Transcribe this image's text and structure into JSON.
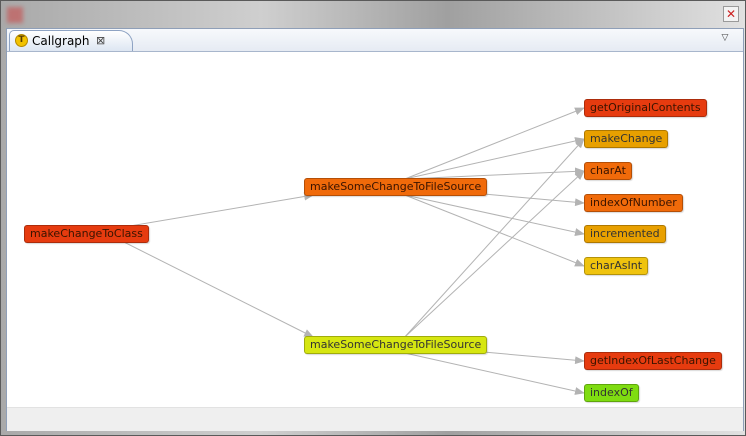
{
  "view": {
    "tab_title": "Callgraph",
    "tab_icon_letter": "T",
    "tab_close_glyph": "⊠",
    "view_menu_glyph": "▽",
    "window_close_glyph": "✕"
  },
  "colors": {
    "red_orange": "#e63b0f",
    "orange": "#f06a0a",
    "amber": "#e8a000",
    "yellow": "#efc30e",
    "yellow_green": "#d6e611",
    "green": "#7fdc11",
    "edge": "#b3b3b3"
  },
  "graph": {
    "nodes": [
      {
        "id": "makeChangeToClass",
        "label": "makeChangeToClass",
        "color": "red_orange"
      },
      {
        "id": "mscA",
        "label": "makeSomeChangeToFileSource",
        "color": "orange"
      },
      {
        "id": "mscB",
        "label": "makeSomeChangeToFileSource",
        "color": "yellow_green"
      },
      {
        "id": "getOriginalContents",
        "label": "getOriginalContents",
        "color": "red_orange"
      },
      {
        "id": "makeChange",
        "label": "makeChange",
        "color": "amber"
      },
      {
        "id": "charAt",
        "label": "charAt",
        "color": "orange"
      },
      {
        "id": "indexOfNumber",
        "label": "indexOfNumber",
        "color": "orange"
      },
      {
        "id": "incremented",
        "label": "incremented",
        "color": "amber"
      },
      {
        "id": "charAsInt",
        "label": "charAsInt",
        "color": "yellow"
      },
      {
        "id": "getIndexOfLastChange",
        "label": "getIndexOfLastChange",
        "color": "red_orange"
      },
      {
        "id": "indexOf",
        "label": "indexOf",
        "color": "green"
      }
    ],
    "edges": [
      {
        "from": "makeChangeToClass",
        "to": "mscA"
      },
      {
        "from": "makeChangeToClass",
        "to": "mscB"
      },
      {
        "from": "mscA",
        "to": "getOriginalContents"
      },
      {
        "from": "mscA",
        "to": "makeChange"
      },
      {
        "from": "mscA",
        "to": "charAt"
      },
      {
        "from": "mscA",
        "to": "indexOfNumber"
      },
      {
        "from": "mscA",
        "to": "incremented"
      },
      {
        "from": "mscA",
        "to": "charAsInt"
      },
      {
        "from": "mscB",
        "to": "makeChange"
      },
      {
        "from": "mscB",
        "to": "charAt"
      },
      {
        "from": "mscB",
        "to": "getIndexOfLastChange"
      },
      {
        "from": "mscB",
        "to": "indexOf"
      }
    ]
  }
}
